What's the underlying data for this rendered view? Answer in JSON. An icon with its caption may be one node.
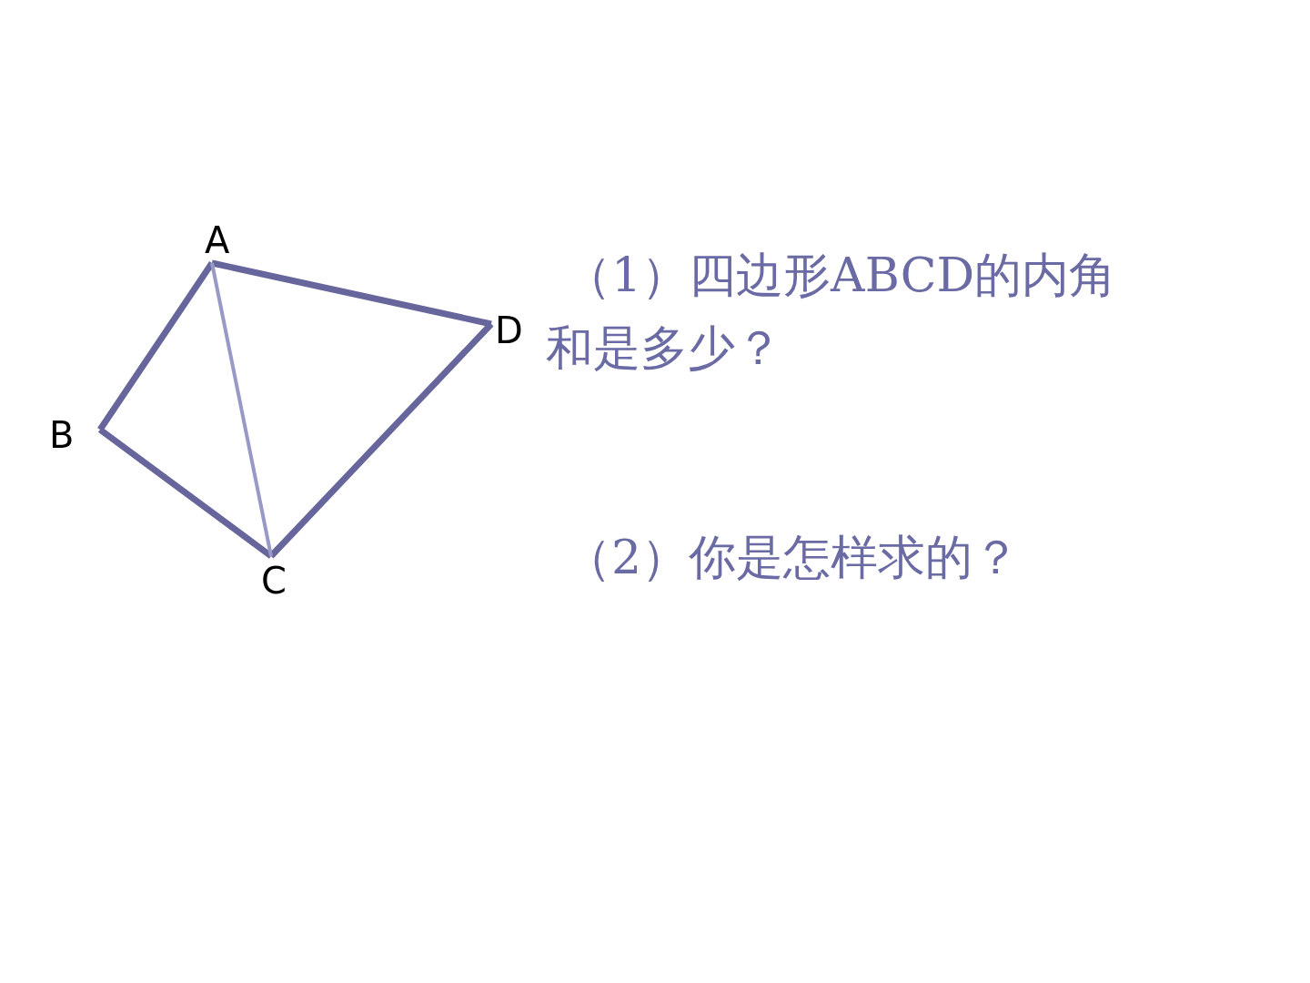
{
  "diagram": {
    "nodes": [
      {
        "text": [
          "A"
        ]
      },
      {
        "text": [
          "B"
        ]
      },
      {
        "text": [
          "C"
        ]
      },
      {
        "text": [
          "D"
        ]
      }
    ],
    "edges": [
      {
        "from": 0,
        "to": 1,
        "arrow": "none"
      },
      {
        "from": 1,
        "to": 2,
        "arrow": "none"
      },
      {
        "from": 2,
        "to": 3,
        "arrow": "none"
      },
      {
        "from": 3,
        "to": 0,
        "arrow": "none"
      },
      {
        "from": 0,
        "to": 2,
        "arrow": "none",
        "color": "#9999c8"
      }
    ],
    "labels": [
      "（1）四边形ABCD的内角和是多少？",
      "（2）你是怎样求的？"
    ]
  }
}
